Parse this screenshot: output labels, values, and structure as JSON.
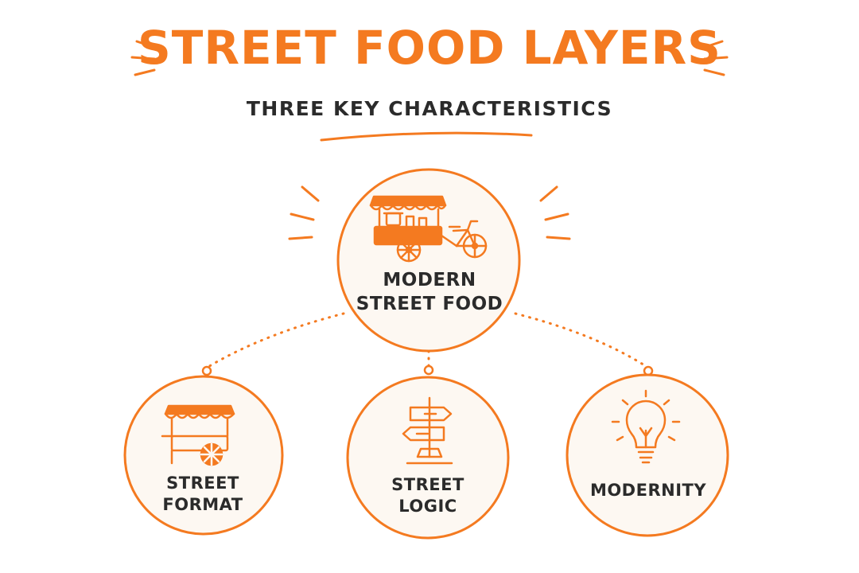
{
  "header": {
    "title": "STREET FOOD LAYERS",
    "subtitle": "THREE KEY CHARACTERISTICS"
  },
  "colors": {
    "accent": "#f47a20",
    "circle_fill": "#fdf8f2",
    "text": "#2b2b2b"
  },
  "nodes": {
    "main": {
      "label_line1": "MODERN",
      "label_line2": "STREET FOOD",
      "icon": "food-cart-bicycle-icon"
    },
    "format": {
      "label_line1": "STREET",
      "label_line2": "FORMAT",
      "icon": "street-cart-icon"
    },
    "logic": {
      "label_line1": "STREET",
      "label_line2": "LOGIC",
      "icon": "signpost-icon"
    },
    "modernity": {
      "label": "MODERNITY",
      "icon": "lightbulb-icon"
    }
  }
}
